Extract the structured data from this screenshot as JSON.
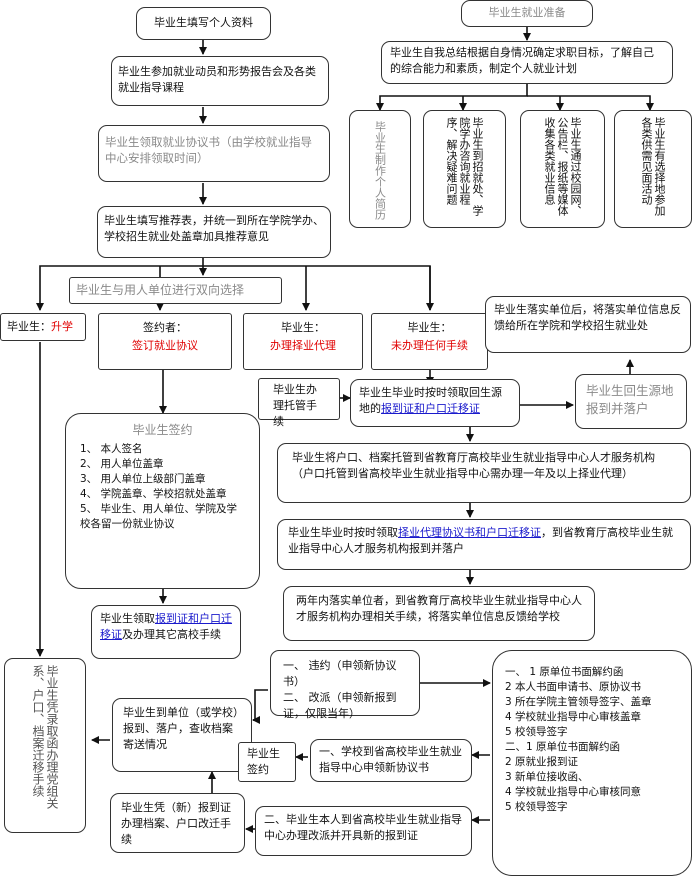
{
  "nodes": {
    "fill_info": "毕业生填写个人资料",
    "employment_prep": "毕业生就业准备",
    "mobilization": "毕业生参加就业动员和形势报告会及各类就业指导课程",
    "self_assess": "毕业生自我总结根据自身情况确定求职目标，了解自己的综合能力和素质，制定个人就业计划",
    "get_agreement": "毕业生领取就业协议书（由学校就业指导中心安排领取时间）",
    "prep_cols": [
      "毕业生制作个人简历",
      "毕业生到招就处、学院学办咨询就业程序、解决疑难问题",
      "毕业生通过校园网、公告栏、报纸等媒体收集各类就业信息",
      "毕业生有选择地参加各类供需见面活动"
    ],
    "recommend": "毕业生填写推荐表，并统一到所在学院学办、学校招生就业处盖章加具推荐意见",
    "two_way": "毕业生与用人单位进行双向选择",
    "further_study": {
      "label": "毕业生：",
      "value": "升学"
    },
    "signer": {
      "label": "签约者：",
      "value": "签订就业协议"
    },
    "deferred": {
      "label": "毕业生：",
      "value": "办理择业代理"
    },
    "none": {
      "label": "毕业生：",
      "value": "未办理任何手续"
    },
    "feedback": "毕业生落实单位后，将落实单位信息反馈给所在学院和学校招生就业处",
    "custody": "毕业生办理托管手续",
    "get_cert_a": "毕业生毕业时按时领取回生源地的",
    "get_cert_b": "报到证和户口迁移证",
    "return_origin": "毕业生回生源地报到并落户",
    "sign_title": "毕业生签约",
    "sign_steps": [
      "1、 本人签名",
      "2、 用人单位盖章",
      "3、 用人单位上级部门盖章",
      "4、 学院盖章、学校招就处盖章",
      "5、 毕业生、用人单位、学院及学校各留一份就业协议"
    ],
    "archive": "毕业生将户口、档案托管到省教育厅高校毕业生就业指导中心人才服务机构（户口托管到省高校毕业生就业指导中心需办理一年及以上择业代理）",
    "deferred_get_a": "毕业生毕业时按时领取",
    "deferred_get_b": "择业代理协议书和户口迁移证",
    "deferred_get_c": "，到省教育厅高校毕业生就业指导中心人才服务机构报到并落户",
    "two_years": "两年内落实单位者，到省教育厅高校毕业生就业指导中心人才服务机构办理相关手续，将落实单位信息反馈给学校",
    "signed_get_a": "毕业生领取",
    "signed_get_b": "报到证和户口迁移证",
    "signed_get_c": "及办理其它高校手续",
    "admission_cols": [
      "毕业生凭录取函办理党组关系、户口、档案迁移手续"
    ],
    "breach": [
      "一、 违约（申领新协议书）",
      "二、 改派（申领新报到证，仅限当年）"
    ],
    "procedures": [
      "一、 1 原单位书面解约函",
      "2 本人书面申请书、原协议书",
      "3 所在学院主管领导签字、盖章",
      "4 学校就业指导中心审核盖章",
      "5 校领导签字",
      "二、1 原单位书面解约函",
      "2 原就业报到证",
      "3 新单位接收函、",
      "4 学校就业指导中心审核同意",
      "5 校领导签字"
    ],
    "report_unit": "毕业生到单位（或学校）报到、落户，查收档案寄送情况",
    "sign2": "毕业生签约",
    "new_agreement": "一、学校到省高校毕业生就业指导中心申领新协议书",
    "new_cert_report": "毕业生凭（新）报到证办理档案、户口改迁手续",
    "new_cert": "二、毕业生本人到省高校毕业生就业指导中心办理改派并开具新的报到证"
  }
}
